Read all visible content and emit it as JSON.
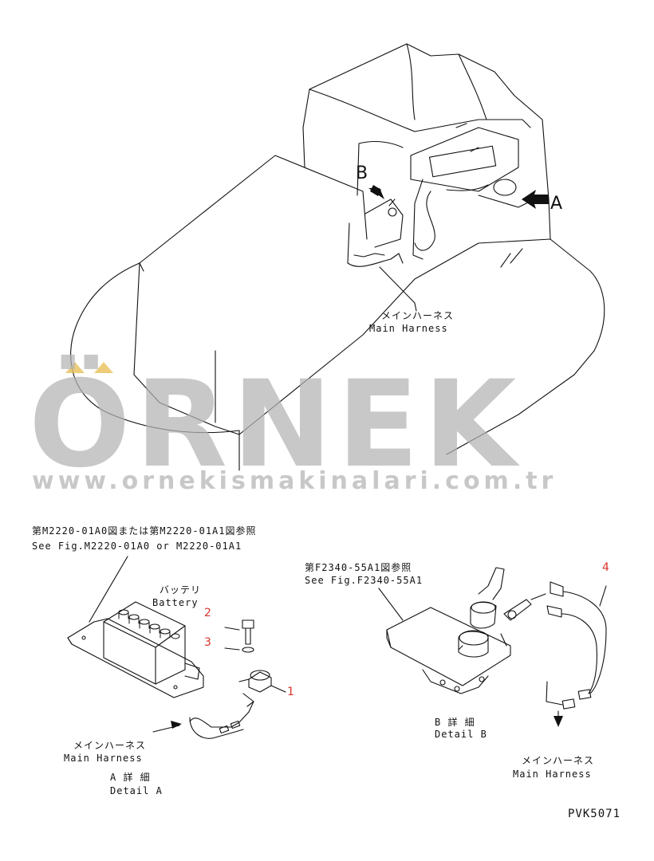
{
  "top_view": {
    "label_a": "A",
    "label_b": "B",
    "main_harness_jp": "メインハーネス",
    "main_harness_en": "Main Harness"
  },
  "watermark": {
    "brand": "ÖRNEK",
    "url": "www.ornekismakinalari.com.tr"
  },
  "detail_a": {
    "ref_jp": "第M2220-01A0図または第M2220-01A1図参照",
    "ref_en": "See Fig.M2220-01A0 or M2220-01A1",
    "battery_jp": "バッテリ",
    "battery_en": "Battery",
    "part_1": "1",
    "part_2": "2",
    "part_3": "3",
    "main_harness_jp": "メインハーネス",
    "main_harness_en": "Main Harness",
    "title_jp": "A 詳 細",
    "title_en": "Detail A"
  },
  "detail_b": {
    "ref_jp": "第F2340-55A1図参照",
    "ref_en": "See Fig.F2340-55A1",
    "part_4": "4",
    "title_jp": "B 詳 細",
    "title_en": "Detail B",
    "main_harness_jp": "メインハーネス",
    "main_harness_en": "Main Harness"
  },
  "drawing_code": "PVK5071",
  "colors": {
    "line": "#111111",
    "part_number": "#d9342b",
    "watermark": "#b3b3b3"
  }
}
